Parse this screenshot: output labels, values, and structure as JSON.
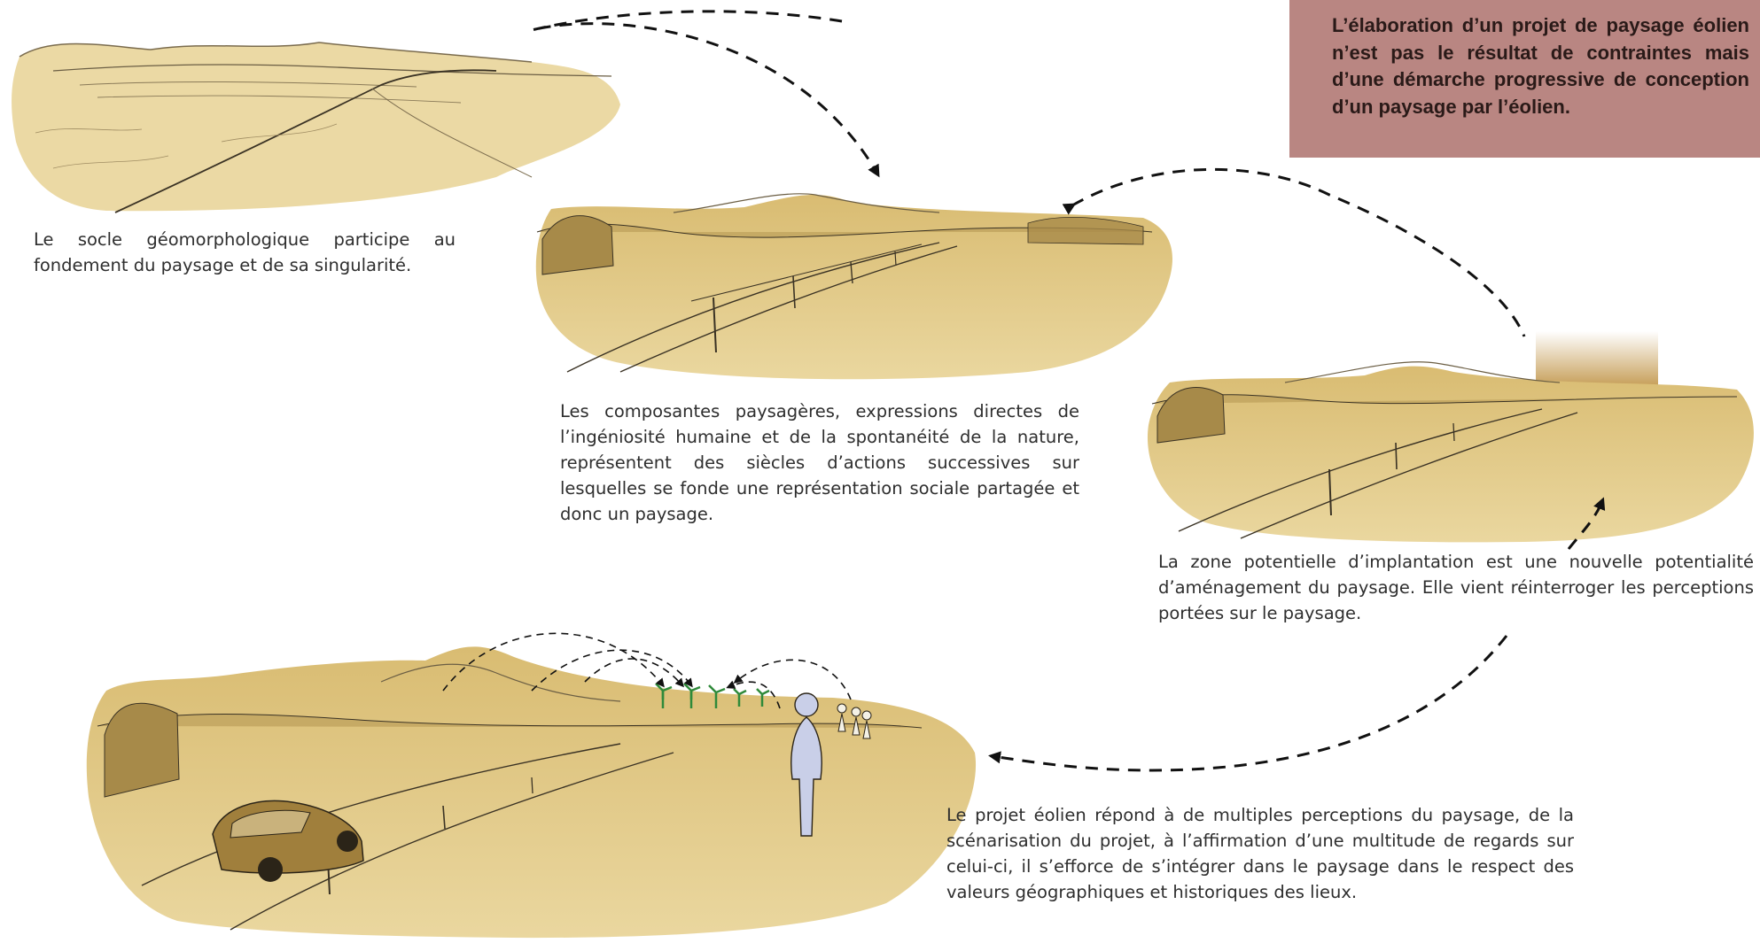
{
  "intro_box": {
    "text": "L’élaboration d’un projet de paysage éolien n’est pas le résultat de contraintes mais d’une démarche progressive de conception d’un paysage par l’éolien.",
    "color": "#b98682"
  },
  "steps": [
    {
      "caption": "Le socle géomorphologique participe au fondement du paysage et de sa singularité."
    },
    {
      "caption": "Les composantes paysagères, expressions directes de l’ingéniosité humaine et de la spontanéité de la nature, représentent des siècles d’actions successives sur lesquelles se fonde une représentation sociale partagée et donc un paysage."
    },
    {
      "caption": "La zone potentielle d’implantation est une nouvelle potentialité d’aménagement du paysage. Elle vient réinterroger les perceptions portées sur le paysage."
    },
    {
      "caption": "Le projet éolien répond à de multiples perceptions du paysage, de la scénarisation du projet, à l’affirmation d’une multitude de regards sur celui-ci, il s’efforce de s’intégrer dans le paysage dans le respect des valeurs géographiques et historiques des lieux."
    }
  ],
  "colors": {
    "landscape_fill": "#e8d49b",
    "landscape_dark": "#c9a862",
    "ink": "#3a3224",
    "turbine": "#2f8a3a",
    "figure": "#c9cfe8",
    "zone_gradient": "#b8862e"
  }
}
